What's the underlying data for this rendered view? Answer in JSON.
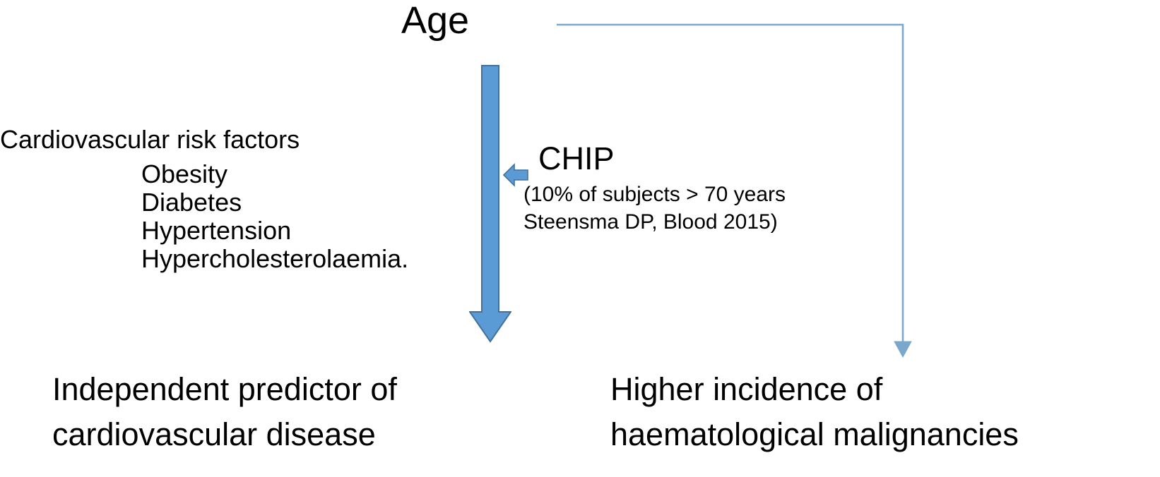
{
  "diagram": {
    "title": "Age",
    "accent_color": "#5B9BD5",
    "accent_stroke_color": "#41719C",
    "connector_color": "#7BA7CC",
    "text_color": "#000000",
    "background_color": "#FFFFFF"
  },
  "risk_factors": {
    "heading": "Cardiovascular risk factors",
    "items": [
      "Obesity",
      "Diabetes",
      "Hypertension",
      "Hypercholesterolaemia."
    ]
  },
  "chip": {
    "title": "CHIP",
    "note_lines": [
      "(10% of subjects > 70 years",
      "Steensma DP, Blood 2015)"
    ]
  },
  "outcomes": {
    "left": "Independent predictor of\ncardiovascular disease",
    "right": "Higher incidence of\nhaematological malignancies"
  },
  "arrows": {
    "down_arrow_name": "age-to-cvd-arrow",
    "left_arrow_name": "chip-to-age-arrow",
    "elbow_name": "age-to-malignancies-connector"
  },
  "chart_data": {
    "type": "diagram",
    "title": "Age",
    "nodes": [
      {
        "id": "age",
        "label": "Age"
      },
      {
        "id": "risk-factors",
        "label": "Cardiovascular risk factors"
      },
      {
        "id": "chip",
        "label": "CHIP"
      },
      {
        "id": "cvd-outcome",
        "label": "Independent predictor of cardiovascular disease"
      },
      {
        "id": "heme-outcome",
        "label": "Higher incidence of haematological malignancies"
      }
    ],
    "edges": [
      {
        "from": "age",
        "to": "cvd-outcome",
        "style": "thick-blue-down-arrow"
      },
      {
        "from": "chip",
        "to": "age",
        "style": "thick-blue-left-arrow"
      },
      {
        "from": "age",
        "to": "heme-outcome",
        "style": "thin-blue-elbow-arrow"
      }
    ]
  }
}
